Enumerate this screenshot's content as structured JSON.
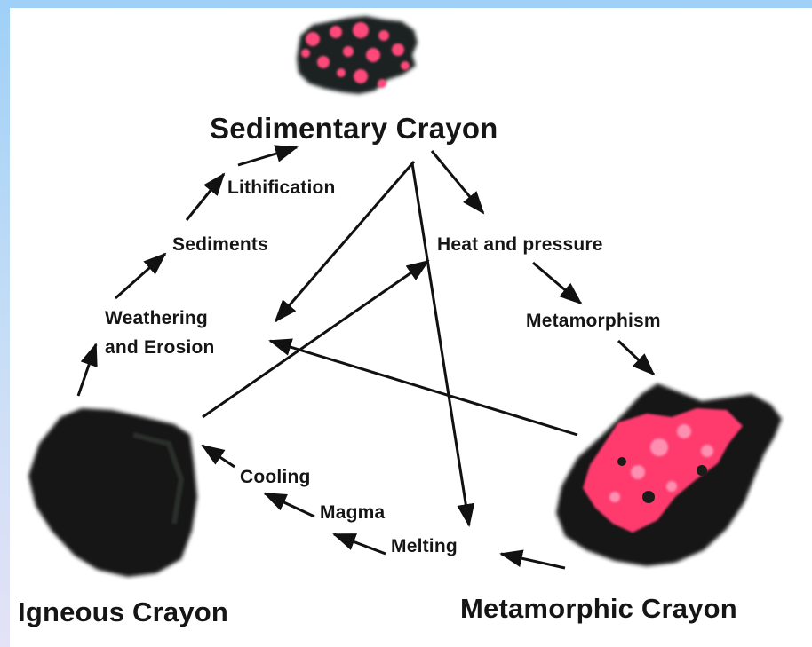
{
  "nodes": {
    "sedimentary": "Sedimentary Crayon",
    "igneous": "Igneous Crayon",
    "metamorphic": "Metamorphic Crayon"
  },
  "processes": {
    "lithification": "Lithification",
    "sediments": "Sediments",
    "weathering_line1": "Weathering",
    "weathering_line2": "and Erosion",
    "heat_pressure": "Heat and pressure",
    "metamorphism": "Metamorphism",
    "cooling": "Cooling",
    "magma": "Magma",
    "melting": "Melting"
  },
  "colors": {
    "crayon_dark": "#141614",
    "crayon_pink": "#ff3a6e",
    "arrow": "#111111"
  }
}
